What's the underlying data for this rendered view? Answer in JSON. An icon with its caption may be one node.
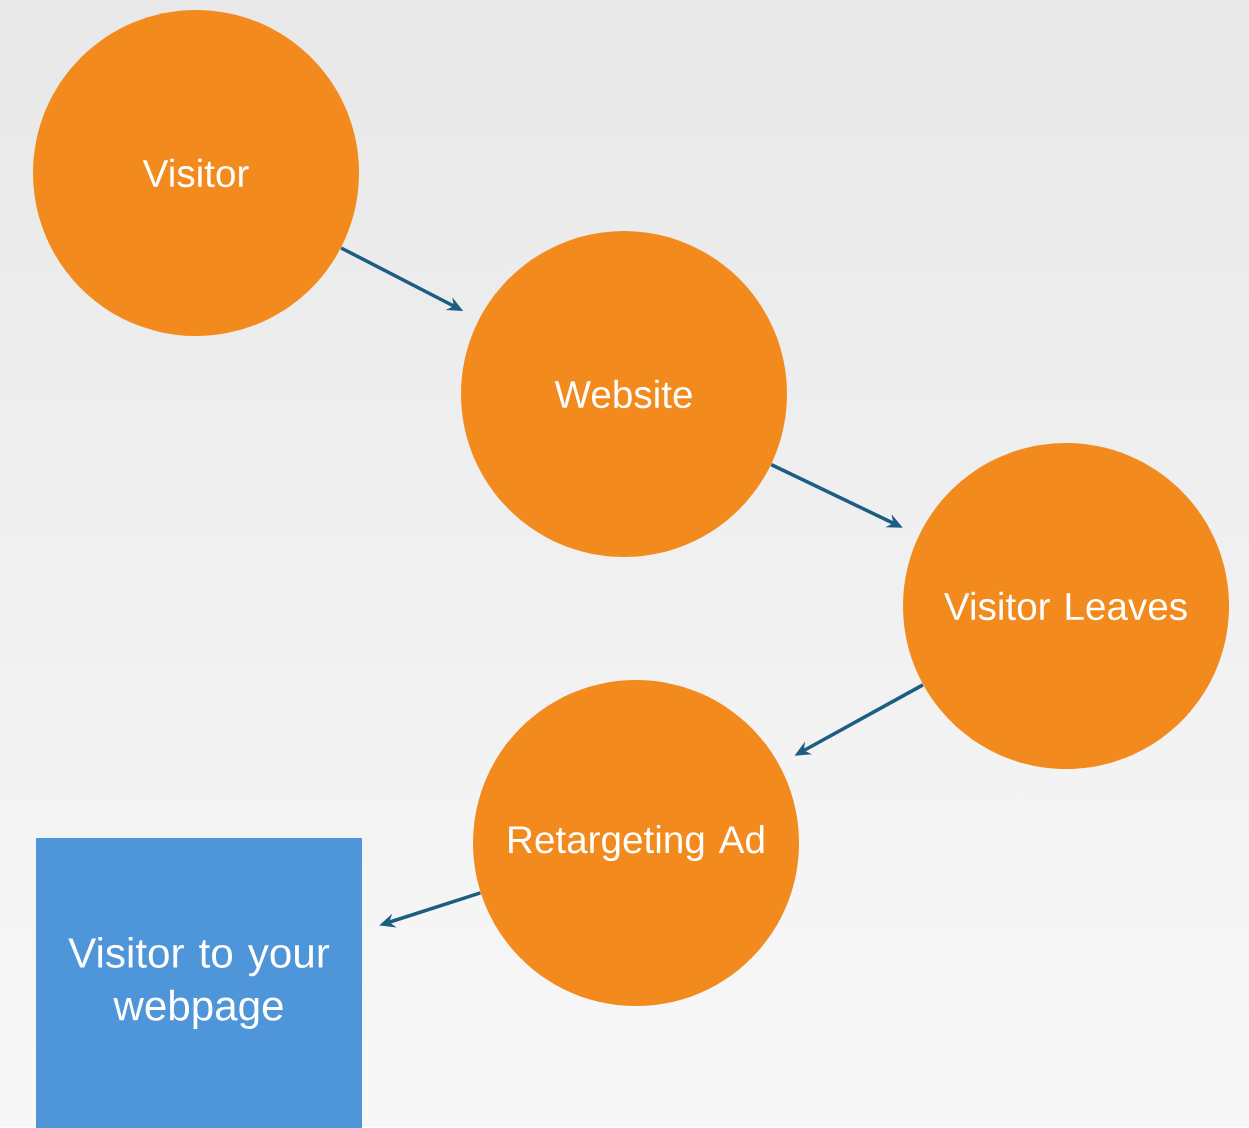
{
  "diagram": {
    "nodes": [
      {
        "text": [
          "Visitor"
        ]
      },
      {
        "text": [
          "Website"
        ]
      },
      {
        "text": [
          "Visitor Leaves"
        ]
      },
      {
        "text": [
          "Retargeting Ad"
        ]
      },
      {
        "text": [
          "Visitor to your webpage"
        ]
      }
    ],
    "edges": [
      {
        "from": 0,
        "to": 1,
        "arrow": "to"
      },
      {
        "from": 1,
        "to": 2,
        "arrow": "to"
      },
      {
        "from": 2,
        "to": 3,
        "arrow": "to"
      },
      {
        "from": 3,
        "to": 4,
        "arrow": "to"
      }
    ]
  }
}
